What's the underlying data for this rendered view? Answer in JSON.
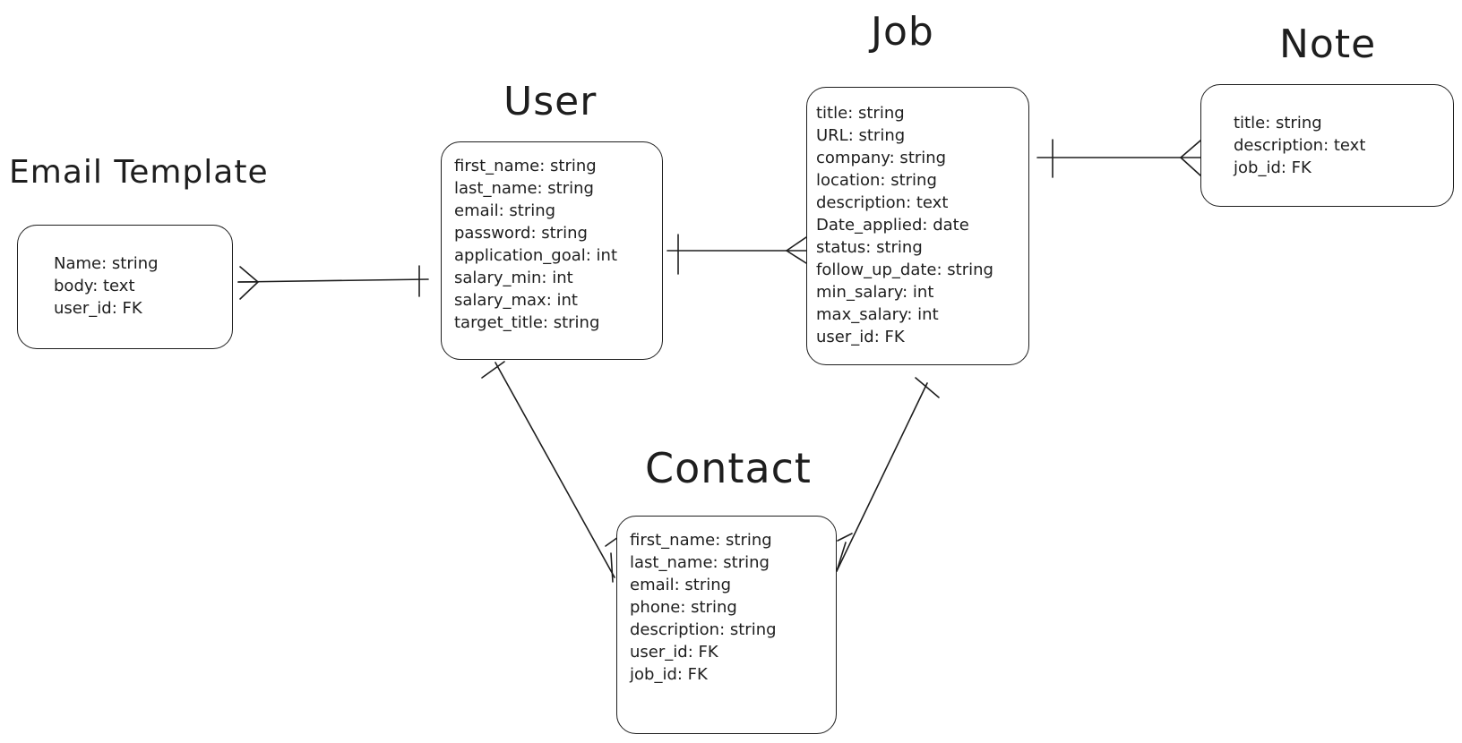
{
  "colors": {
    "stroke": "#1e1e1e",
    "background": "#ffffff"
  },
  "entities": {
    "email_template": {
      "title": "Email Template",
      "fields": [
        "Name: string",
        "body: text",
        "user_id: FK"
      ]
    },
    "user": {
      "title": "User",
      "fields": [
        "first_name: string",
        "last_name: string",
        "email: string",
        "password: string",
        "application_goal: int",
        "salary_min: int",
        "salary_max: int",
        "target_title: string"
      ]
    },
    "job": {
      "title": "Job",
      "fields": [
        "title: string",
        "URL: string",
        "company: string",
        "location: string",
        "description: text",
        "Date_applied: date",
        "status: string",
        "follow_up_date: string",
        "min_salary: int",
        "max_salary: int",
        "user_id: FK"
      ]
    },
    "note": {
      "title": "Note",
      "fields": [
        "title: string",
        "description: text",
        "job_id: FK"
      ]
    },
    "contact": {
      "title": "Contact",
      "fields": [
        "first_name: string",
        "last_name: string",
        "email: string",
        "phone: string",
        "description: string",
        "user_id: FK",
        "job_id: FK"
      ]
    }
  },
  "relationships": [
    {
      "one": "user",
      "many": "email_template"
    },
    {
      "one": "user",
      "many": "job"
    },
    {
      "one": "job",
      "many": "note"
    },
    {
      "one": "user",
      "many": "contact"
    },
    {
      "one": "job",
      "many": "contact"
    }
  ]
}
